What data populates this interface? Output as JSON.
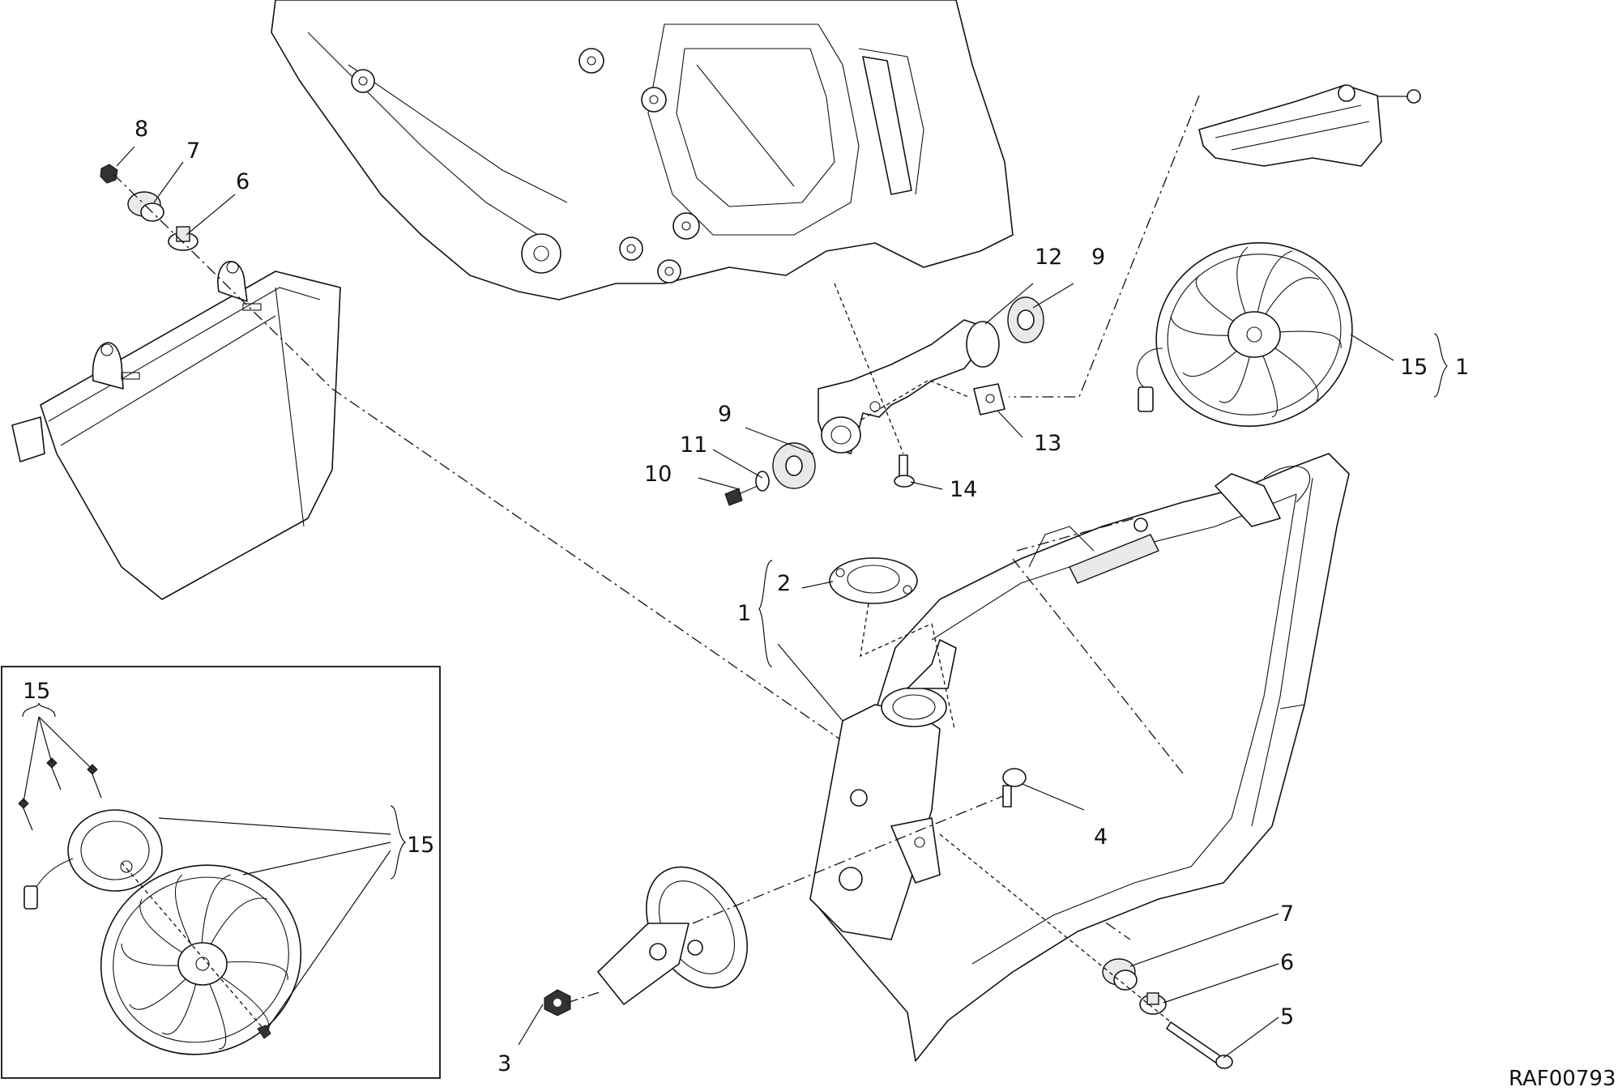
{
  "diagram": {
    "drawing_code": "RAF00793",
    "callouts": {
      "c1_fan": "1",
      "c1_tank": "1",
      "c2": "2",
      "c3": "3",
      "c4": "4",
      "c5": "5",
      "c6_top": "6",
      "c6_bottom": "6",
      "c7_top": "7",
      "c7_bottom": "7",
      "c8": "8",
      "c9_upper": "9",
      "c9_lower": "9",
      "c10": "10",
      "c11": "11",
      "c12": "12",
      "c13": "13",
      "c14": "14",
      "c15_fan": "15",
      "c15_inset_top": "15",
      "c15_inset_right": "15"
    }
  }
}
